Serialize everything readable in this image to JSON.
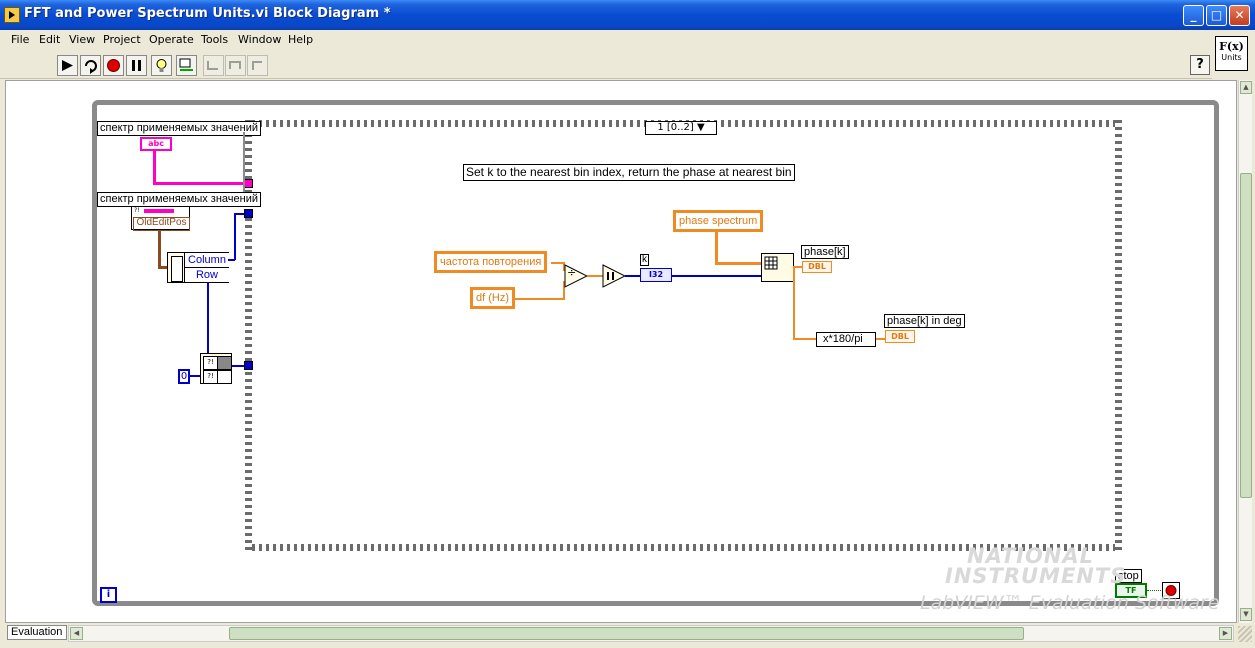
{
  "window": {
    "title": "FFT and Power Spectrum Units.vi Block Diagram *"
  },
  "menu": [
    "File",
    "Edit",
    "View",
    "Project",
    "Operate",
    "Tools",
    "Window",
    "Help"
  ],
  "toolbar": {
    "tools": [
      "run-arrow",
      "run-continuously",
      "abort",
      "pause",
      "highlight-execution",
      "retain-wire-values",
      "step-into",
      "step-over",
      "step-out"
    ],
    "help_label": "?"
  },
  "icon_pane": {
    "glyph": "F(x)",
    "caption": "Units"
  },
  "diagram": {
    "case_selector": "1 [0..2] ▼",
    "comment": "Set k to the nearest bin index, return the phase at nearest bin",
    "left_labels": {
      "top": "спектр применяемых значений",
      "second": "спектр применяемых значений"
    },
    "string_constant": "abc",
    "property_node": {
      "class": "OldEditPos",
      "props": [
        "Column",
        "Row"
      ]
    },
    "zero_constant": "0",
    "controls": {
      "freq": "частота повторения",
      "df": "df (Hz)",
      "phase": "phase spectrum"
    },
    "k_label": "k",
    "k_type": "I32",
    "phase_k": "phase[k]",
    "phase_k_deg": "phase[k] in deg",
    "expr": "x*180/pi",
    "dbl": "DBL",
    "divide": "÷",
    "stop_label": "stop",
    "tf": "TF",
    "iter": "i"
  },
  "watermark": {
    "line1": "NATIONAL",
    "line2": "INSTRUMENTS",
    "line3": "LabVIEW™ Evaluation Software"
  },
  "status": {
    "tab": "Evaluation"
  }
}
